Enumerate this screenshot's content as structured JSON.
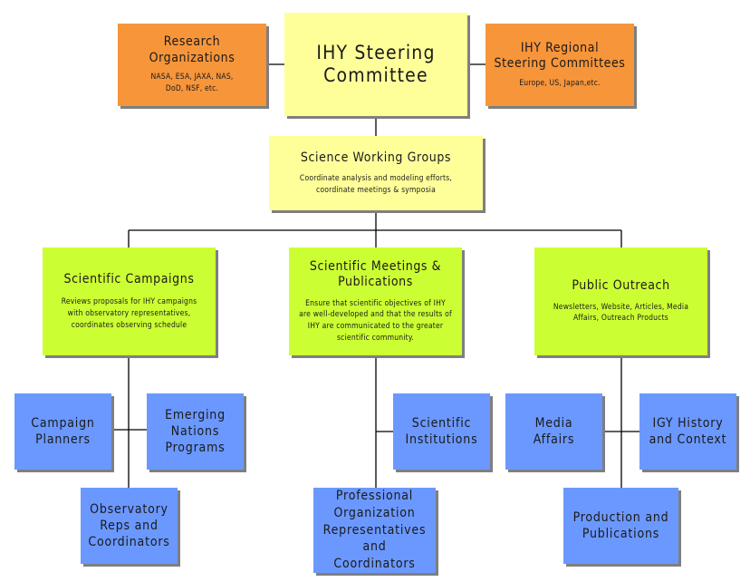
{
  "steering": {
    "title": "IHY Steering Committee"
  },
  "research": {
    "title": "Research Organizations",
    "desc": "NASA, ESA, JAXA, NAS, DoD, NSF, etc."
  },
  "regional": {
    "title": "IHY Regional Steering Committees",
    "desc": "Europe, US, Japan,etc."
  },
  "science_wg": {
    "title": "Science Working Groups",
    "desc": "Coordinate analysis and modeling efforts, coordinate meetings & symposia"
  },
  "campaigns": {
    "title": "Scientific Campaigns",
    "desc": "Reviews proposals for IHY campaigns with observatory representatives, coordinates observing schedule"
  },
  "meetings": {
    "title": "Scientific Meetings & Publications",
    "desc": "Ensure that scientific objectives of IHY are well-developed and that the results of IHY are communicated to the greater scientific community."
  },
  "outreach": {
    "title": "Public Outreach",
    "desc": "Newsletters, Website, Articles, Media Affairs, Outreach Products"
  },
  "campaign_planners": {
    "title": "Campaign Planners"
  },
  "emerging_nations": {
    "title": "Emerging Nations Programs"
  },
  "observatory_reps": {
    "title": "Observatory Reps and Coordinators"
  },
  "scientific_institutions": {
    "title": "Scientific Institutions"
  },
  "professional_org": {
    "title": "Professional Organization Representatives and Coordinators"
  },
  "media_affairs": {
    "title": "Media Affairs"
  },
  "igy_history": {
    "title": "IGY History and Context"
  },
  "production": {
    "title": "Production and Publications"
  },
  "colors": {
    "orange": "#f7953a",
    "yellow": "#ffff9a",
    "lime": "#ccff33",
    "blue": "#6b98ff",
    "connector": "#000000"
  }
}
